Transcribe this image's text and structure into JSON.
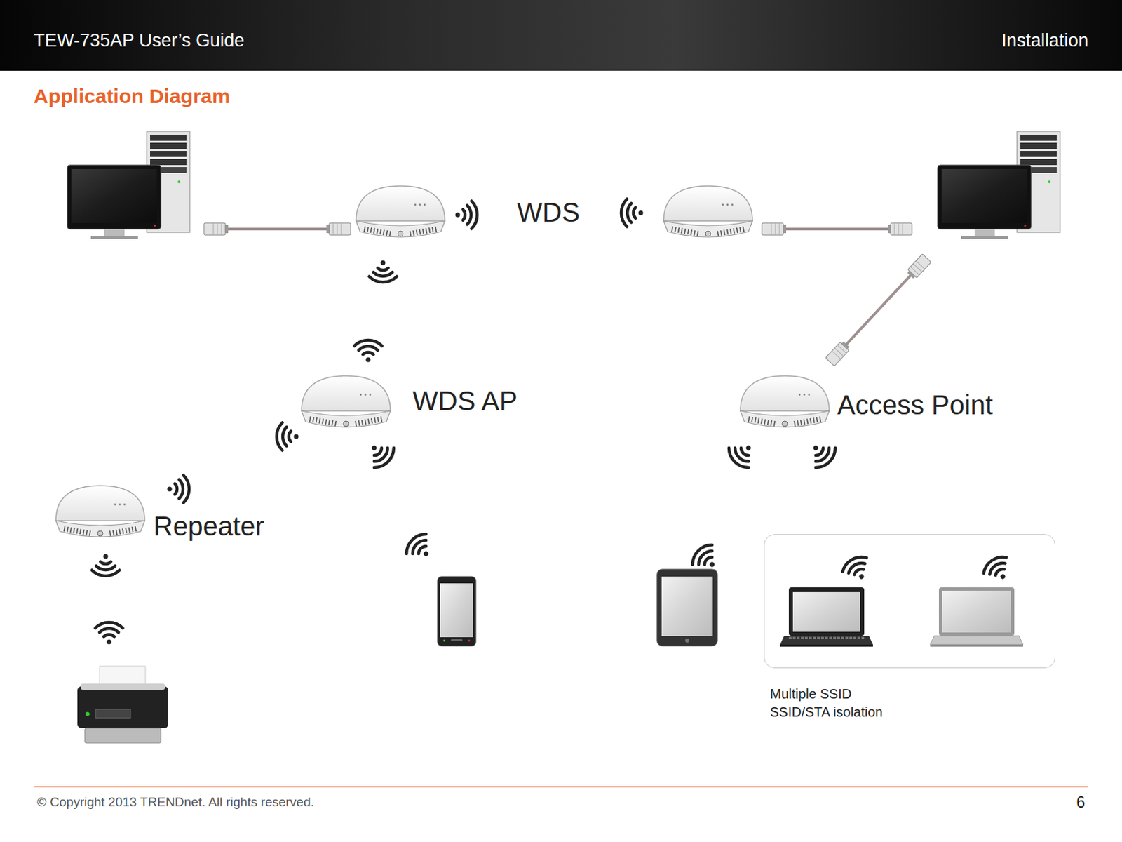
{
  "diagram": {
    "title": "Application Diagram",
    "nodes": [
      {
        "text": [
          "Multiple SSID",
          "SSID/STA isolation"
        ]
      }
    ],
    "labels": [
      "TEW-735AP User’s Guide",
      "Installation",
      "WDS",
      "WDS AP",
      "Access Point",
      "Repeater",
      "© Copyright 2013 TRENDnet. All rights reserved.",
      "6"
    ]
  }
}
